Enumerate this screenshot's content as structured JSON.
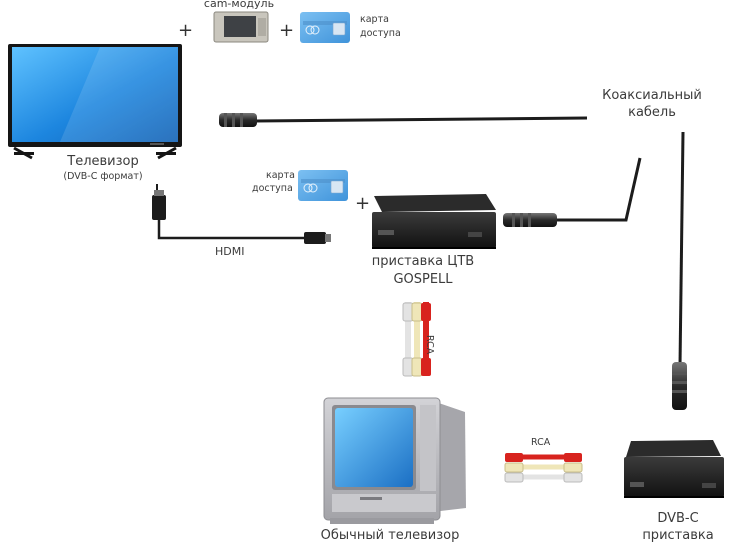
{
  "labels": {
    "cam_module": "cam-модуль",
    "plus": "+",
    "card_top_line1": "карта",
    "card_top_line2": "доступа",
    "card_mid_line1": "карта",
    "card_mid_line2": "доступа",
    "tv_title": "Телевизор",
    "tv_format": "(DVB-C формат)",
    "coax_line1": "Коаксиальный",
    "coax_line2": "кабель",
    "hdmi": "HDMI",
    "gospell_line1": "приставка ЦТВ",
    "gospell_line2": "GOSPELL",
    "rca_vertical": "RCA",
    "rca_horizontal": "RCA",
    "old_tv": "Обычный телевизор",
    "dvbc_line1": "DVB-C",
    "dvbc_line2": "приставка"
  },
  "colors": {
    "tv_screen_blue": "#1f8fe0",
    "tv_frame": "#1a1a1a",
    "cable": "#1c1c1c",
    "rca_red": "#d8231e",
    "rca_yellow": "#e9dfb5",
    "rca_white": "#e8e8e8",
    "old_tv_body": "#b9b9bd",
    "old_tv_screen": "#2f8bd8",
    "card_blue": "#5aa9e6"
  },
  "icons": [
    "flat-tv-icon",
    "cam-module-icon",
    "access-card-icon",
    "coax-connector-icon",
    "hdmi-connector-icon",
    "set-top-box-icon",
    "rca-cable-icon",
    "crt-tv-icon"
  ]
}
